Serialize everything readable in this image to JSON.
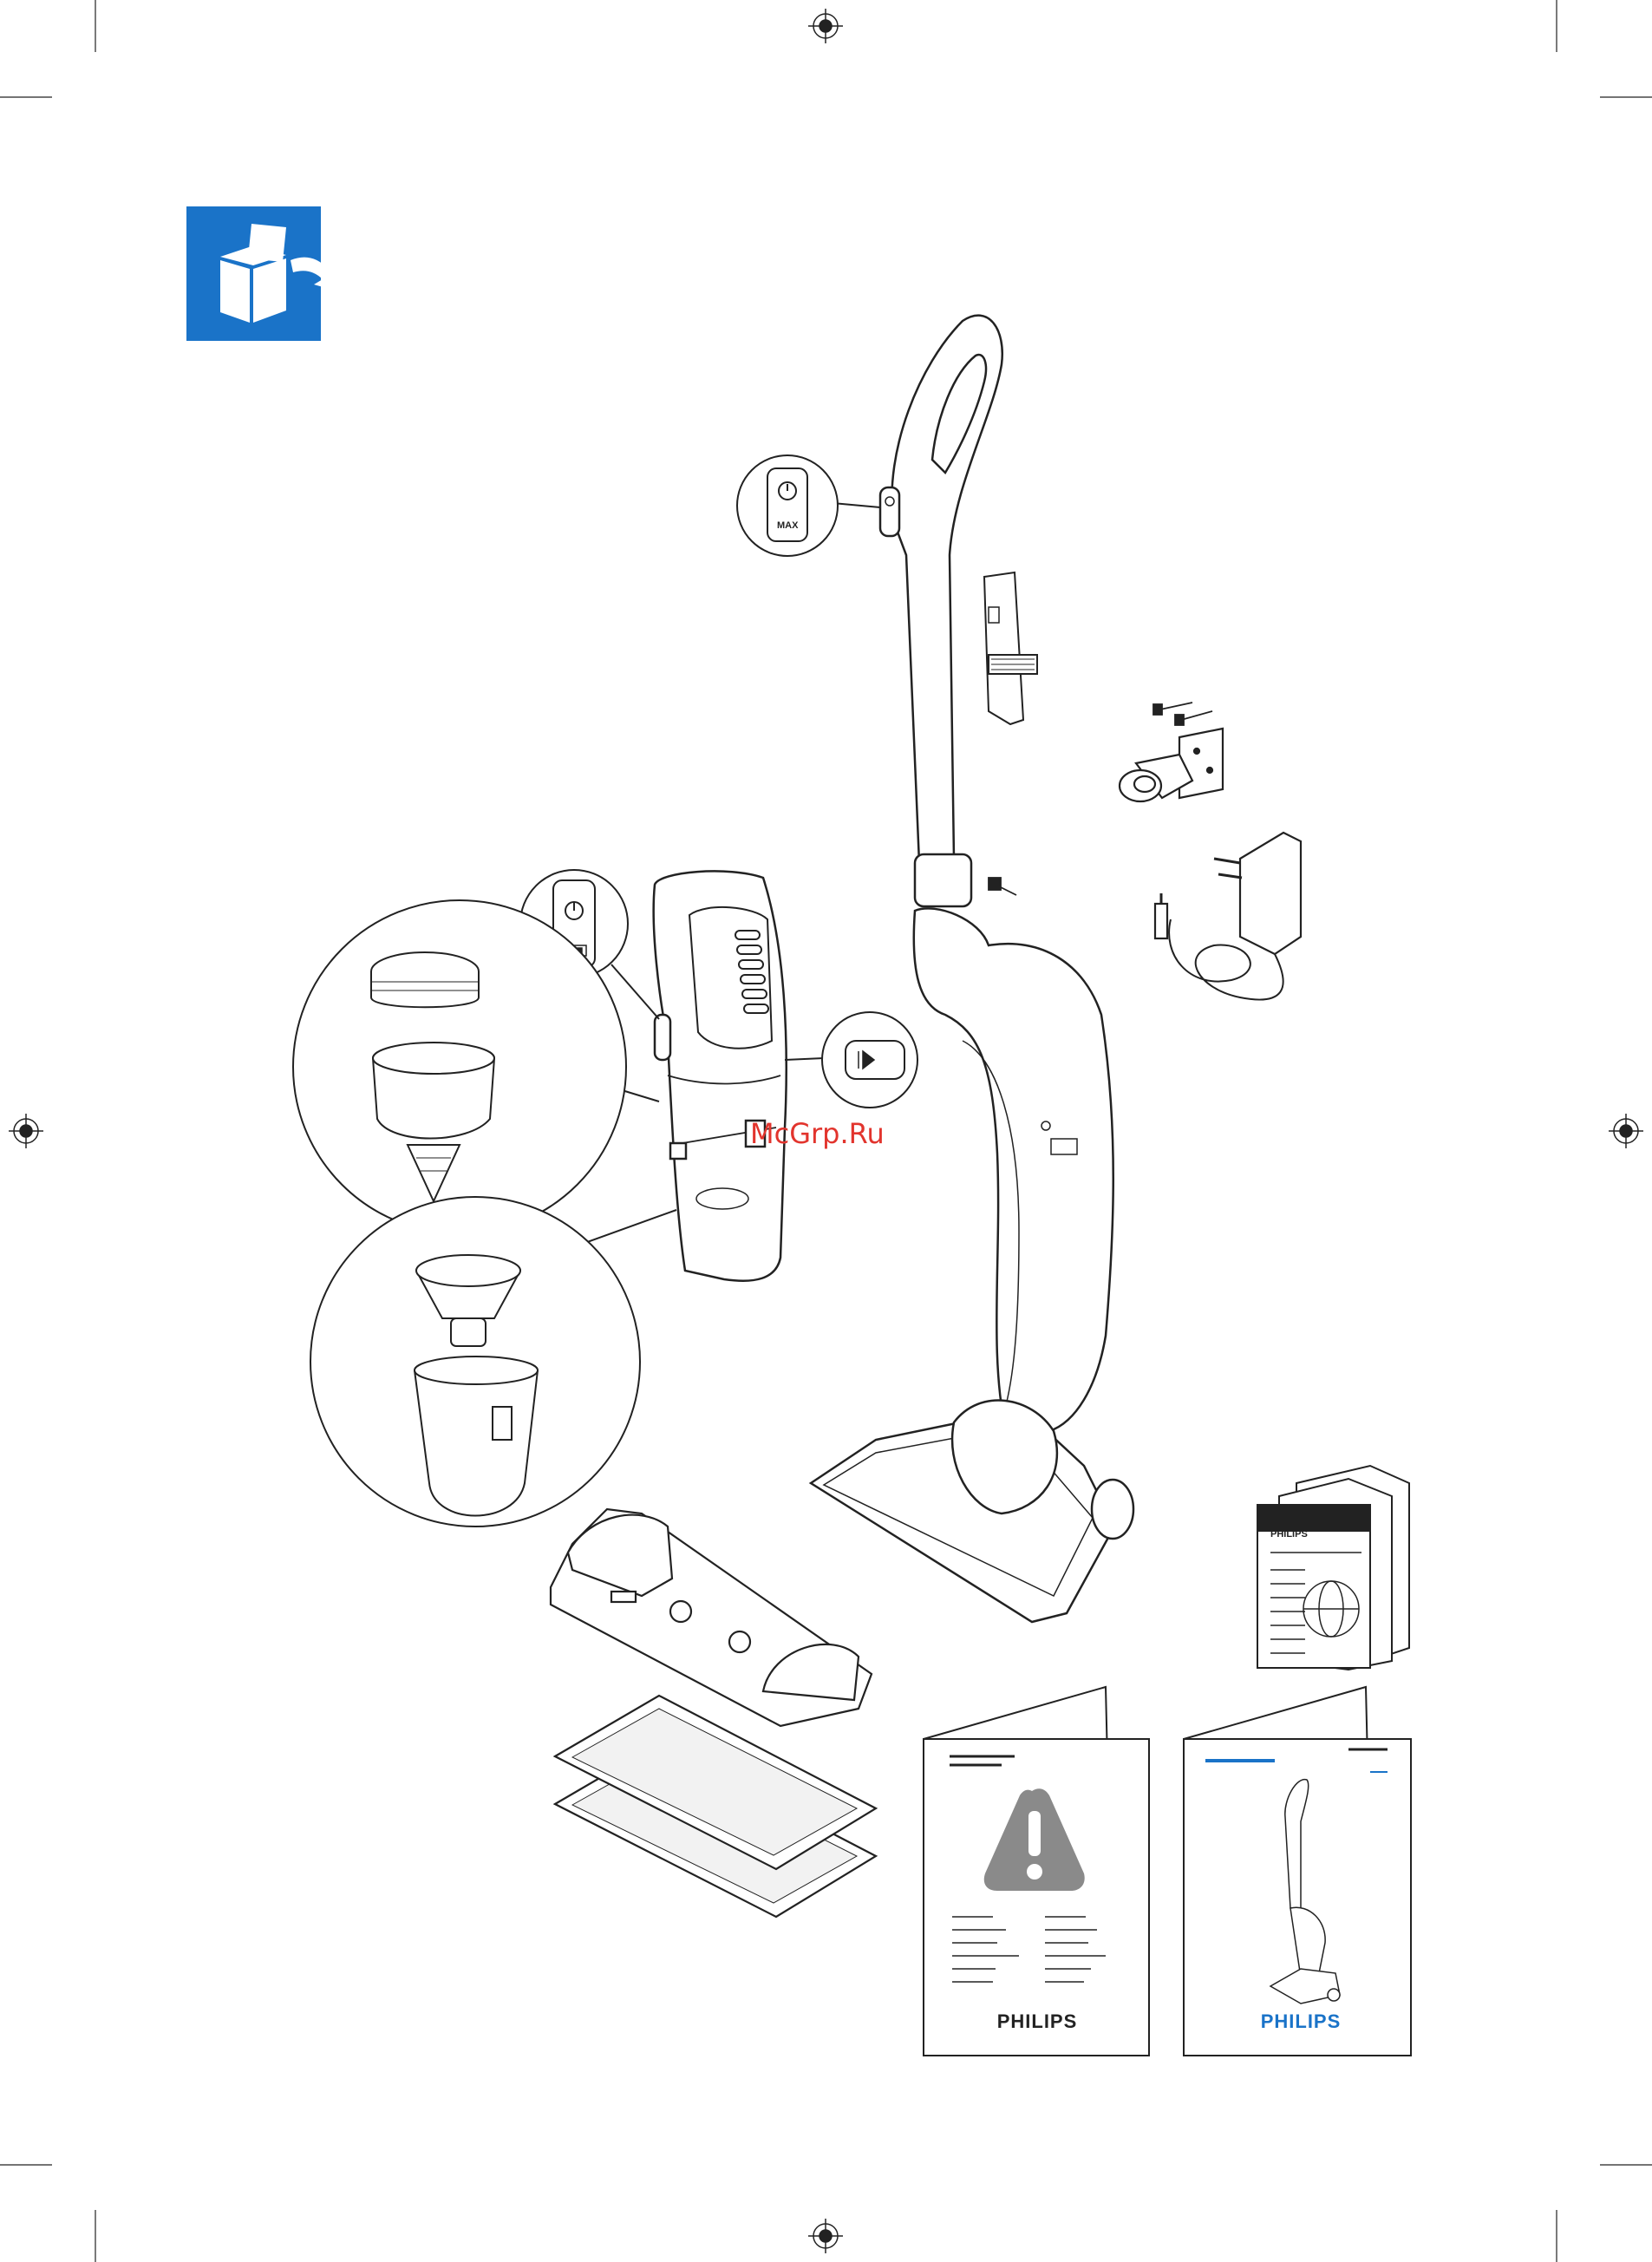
{
  "figure": {
    "power_button_label": "MAX",
    "brand_on_quickstart": "PHILIPS",
    "brand_on_usermanual": "PHILIPS",
    "brand_on_leaflet": "PHILIPS",
    "watermark_text": "McGrp.Ru"
  },
  "icons": {
    "header": "unbox-icon",
    "warning": "exclamation-triangle-icon",
    "power": "power-icon",
    "battery": "battery-icon",
    "release": "release-play-icon",
    "registration": "registration-crosshair-icon"
  },
  "colors": {
    "accent_blue": "#1a73c8",
    "line": "#222222",
    "warning_grey": "#8a8a8a",
    "watermark_red": "#e2342d"
  }
}
